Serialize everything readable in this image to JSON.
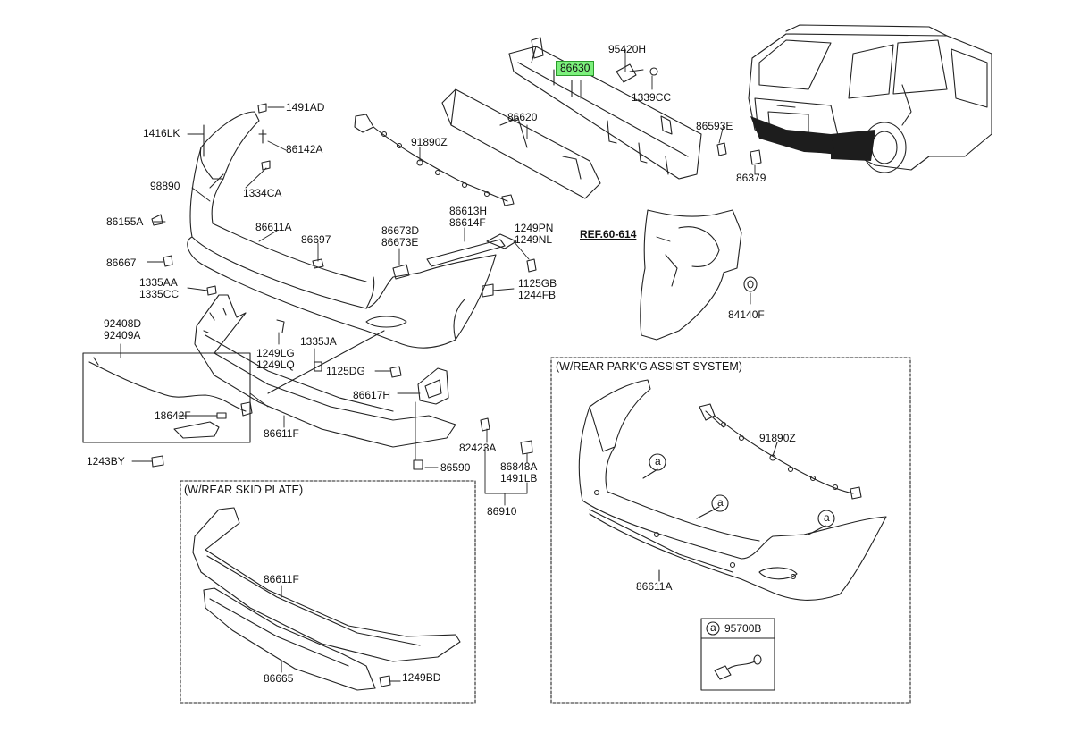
{
  "highlighted_part": "86630",
  "highlight_color": "#7cf07c",
  "reference": "REF.60-614",
  "main_labels": {
    "p95420H": "95420H",
    "p86630": "86630",
    "p1339CC": "1339CC",
    "p86620": "86620",
    "p86593E": "86593E",
    "p86379": "86379",
    "p1491AD": "1491AD",
    "p1416LK": "1416LK",
    "p86142A": "86142A",
    "p91890Z": "91890Z",
    "p98890": "98890",
    "p1334CA": "1334CA",
    "p86155A": "86155A",
    "p86611A": "86611A",
    "p86697": "86697",
    "p86673D": "86673D",
    "p86673E": "86673E",
    "p86613H": "86613H",
    "p86614F": "86614F",
    "p1249PN": "1249PN",
    "p1249NL": "1249NL",
    "p86667": "86667",
    "p1335AA": "1335AA",
    "p1335CC": "1335CC",
    "p1125GB": "1125GB",
    "p1244FB": "1244FB",
    "p84140F": "84140F",
    "p92408D": "92408D",
    "p92409A": "92409A",
    "p1249LG": "1249LG",
    "p1249LQ": "1249LQ",
    "p1335JA": "1335JA",
    "p1125DG": "1125DG",
    "p86617H": "86617H",
    "p18642F": "18642F",
    "p86611F": "86611F",
    "p1243BY": "1243BY",
    "p82423A": "82423A",
    "p86590": "86590",
    "p86848A": "86848A",
    "p1491LB": "1491LB",
    "p86910": "86910"
  },
  "skid_panel": {
    "title": "(W/REAR SKID PLATE)",
    "p86611F": "86611F",
    "p86665": "86665",
    "p1249BD": "1249BD"
  },
  "park_panel": {
    "title": "(W/REAR PARK'G ASSIST SYSTEM)",
    "p91890Z": "91890Z",
    "p86611A": "86611A",
    "callout": "a",
    "legend_letter": "a",
    "legend_part": "95700B"
  }
}
